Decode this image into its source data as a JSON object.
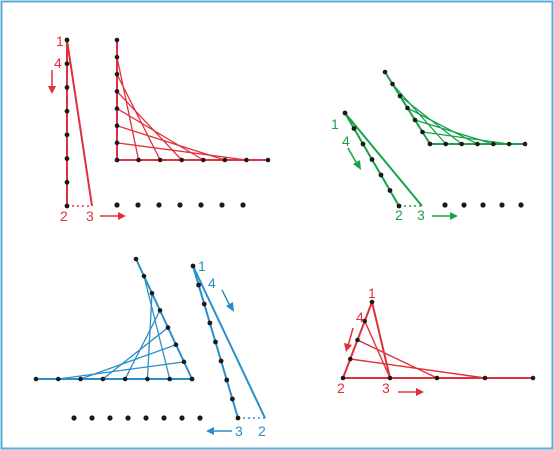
{
  "colors": {
    "red": "#e0303c",
    "green": "#1aa24a",
    "blue": "#2a8ec8",
    "dot": "#1a1a1a",
    "border": "#5aa9d6"
  },
  "panels": {
    "top_left": {
      "labels": {
        "a": "1",
        "b": "4",
        "c": "2",
        "d": "3"
      }
    },
    "top_right": {
      "labels": {
        "a": "1",
        "b": "4",
        "c": "2",
        "d": "3"
      }
    },
    "bottom_left": {
      "labels": {
        "a": "1",
        "b": "4",
        "c": "3",
        "d": "2"
      }
    },
    "bottom_right": {
      "labels": {
        "a": "1",
        "b": "4",
        "c": "2",
        "d": "3"
      }
    }
  }
}
